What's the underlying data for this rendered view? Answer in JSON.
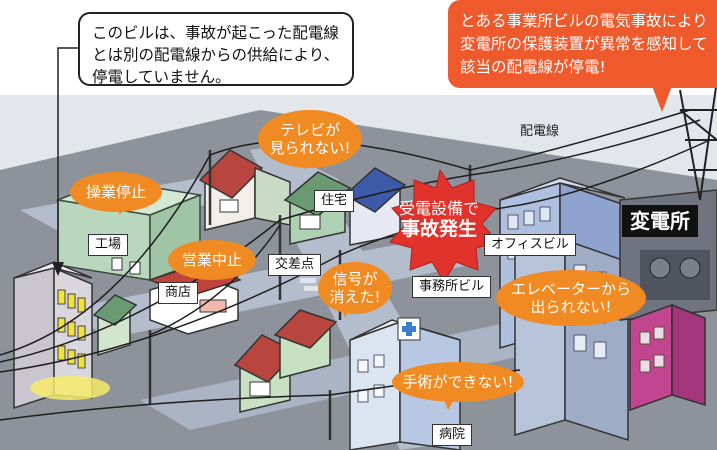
{
  "callout_normal": {
    "line1": "このビルは、事故が起こった配電線",
    "line2": "とは別の配電線からの供給により、",
    "line3": "停電していません。"
  },
  "callout_accident": {
    "line1": "とある事業所ビルの電気事故により",
    "line2": "変電所の保護装置が異常を感知して",
    "line3": "該当の配電線が停電!"
  },
  "bubbles": {
    "tv": [
      "テレビが",
      "見られない!"
    ],
    "operation_stop": "操業停止",
    "business_stop": "営業中止",
    "signal": [
      "信号が",
      "消えた!"
    ],
    "elevator": [
      "エレベーターから",
      "出られない!"
    ],
    "surgery": "手術ができない!"
  },
  "burst": {
    "line1": "受電設備で",
    "line2": "事故発生"
  },
  "labels": {
    "power_line": "配電線",
    "house": "住宅",
    "factory": "工場",
    "shop": "商店",
    "intersection": "交差点",
    "office_building": "事務所ビル",
    "office_bldg": "オフィスビル",
    "substation": "変電所",
    "hospital": "病院"
  },
  "colors": {
    "accent_orange": "#f08a22",
    "callout_red": "#ee5a2c",
    "sky": "#e4e6e9",
    "ground": "#8f949c",
    "road": "#b7c0cf"
  }
}
